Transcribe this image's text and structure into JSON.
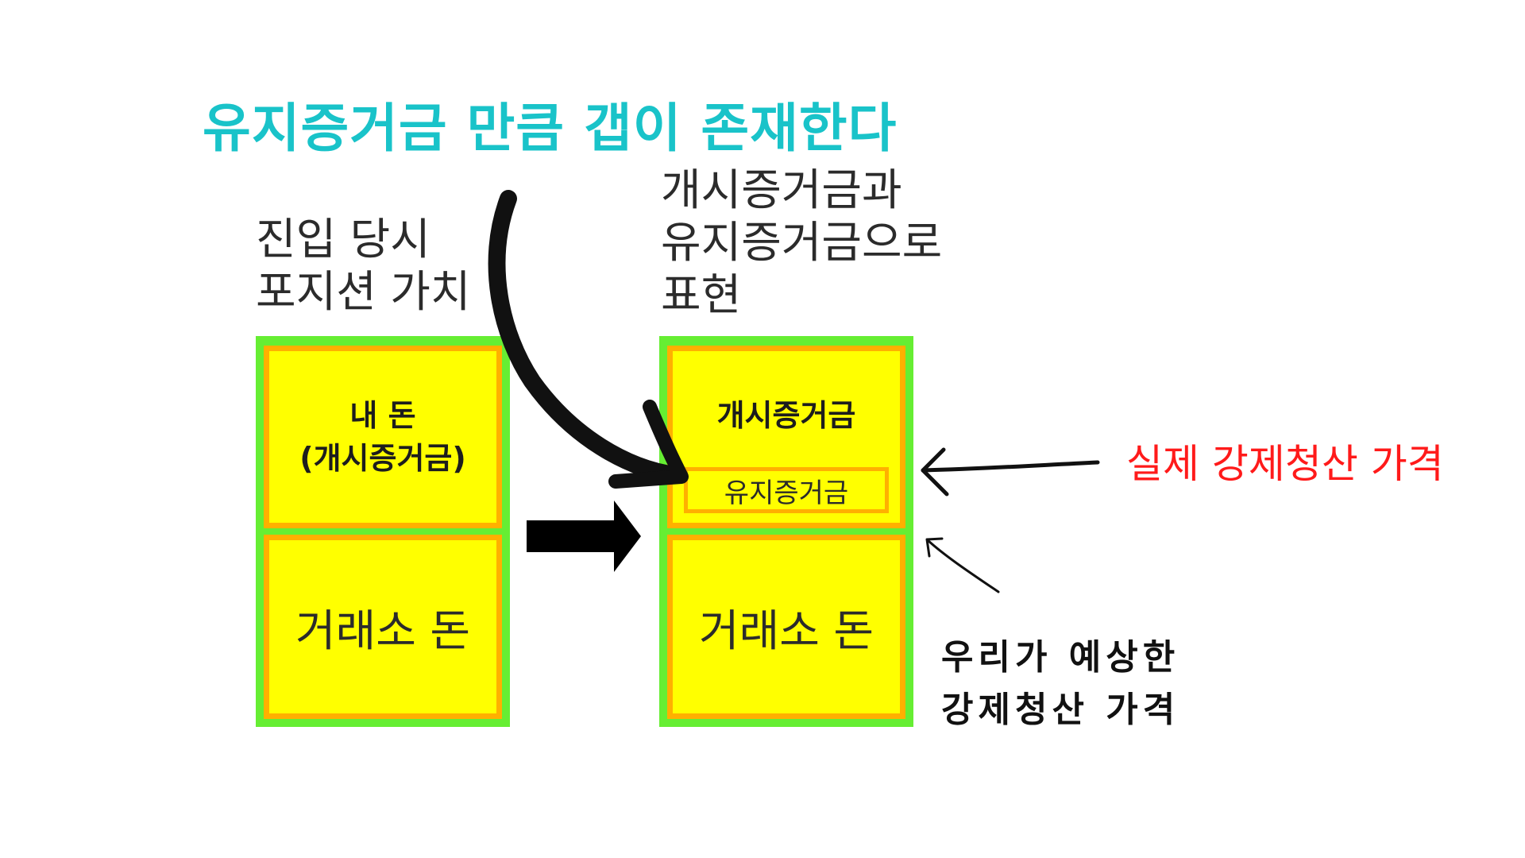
{
  "headline": "유지증거금 만큼 갭이 존재한다",
  "left_label": {
    "line1": "진입 당시",
    "line2": "포지션 가치"
  },
  "right_label": {
    "line1": "개시증거금과",
    "line2": "유지증거금으로",
    "line3": "표현"
  },
  "left_stack": {
    "top_line1": "내 돈",
    "top_line2": "(개시증거금)",
    "bottom": "거래소 돈"
  },
  "right_stack": {
    "top": "개시증거금",
    "inner": "유지증거금",
    "bottom": "거래소 돈"
  },
  "actual_liquidation": "실제 강제청산 가격",
  "expected_liquidation": {
    "line1": "우리가 예상한",
    "line2": "강제청산 가격"
  },
  "colors": {
    "headline": "#19c3c9",
    "box_fill": "#ffff00",
    "box_border": "#ffb000",
    "outer_green": "#66ee33",
    "red_text": "#ff1a1a"
  }
}
